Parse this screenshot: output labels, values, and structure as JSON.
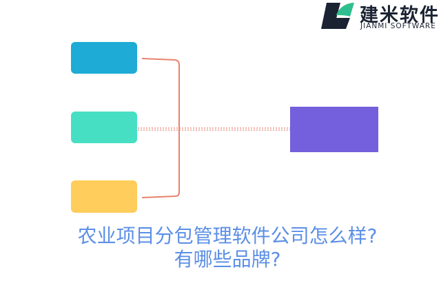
{
  "logo": {
    "name_cn": "建米软件",
    "name_en": "JIANMI SOFTWARE",
    "colors": {
      "green": "#2fbf8f",
      "dark": "#1b2333"
    }
  },
  "diagram": {
    "source_colors": [
      "#1eabd5",
      "#47dfc3",
      "#fecd5b"
    ],
    "target_color": "#7460dc",
    "bracket_color": "#e8826e"
  },
  "title": {
    "line1": "农业项目分包管理软件公司怎么样?",
    "line2": "有哪些品牌?",
    "color": "#5b8fe6"
  }
}
